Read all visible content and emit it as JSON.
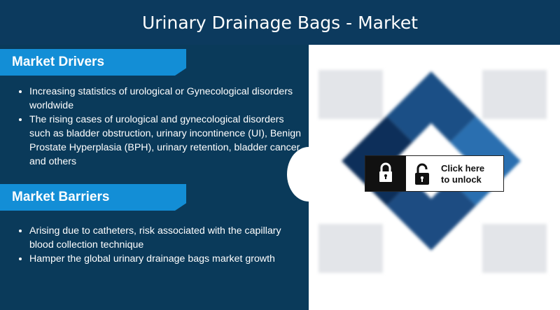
{
  "header": {
    "title": "Urinary Drainage Bags - Market"
  },
  "drivers": {
    "title": "Market Drivers",
    "items": [
      "Increasing statistics of urological or Gynecological disorders worldwide",
      "The rising cases of urological and gynecological disorders such as bladder obstruction, urinary incontinence (UI), Benign Prostate Hyperplasia (BPH), urinary retention, bladder cancer, and others"
    ]
  },
  "barriers": {
    "title": "Market Barriers",
    "items": [
      "Arising due to catheters, risk associated with the capillary blood collection technique",
      "Hamper the global urinary drainage bags market growth"
    ]
  },
  "unlock": {
    "line1": "Click here",
    "line2": "to unlock"
  },
  "colors": {
    "header_bg": "#0c3a5e",
    "panel_bg": "#0a3a5a",
    "tag_bg": "#138ed6",
    "diamond_dark": "#0d2f5a",
    "diamond_mid": "#1b5a96"
  }
}
